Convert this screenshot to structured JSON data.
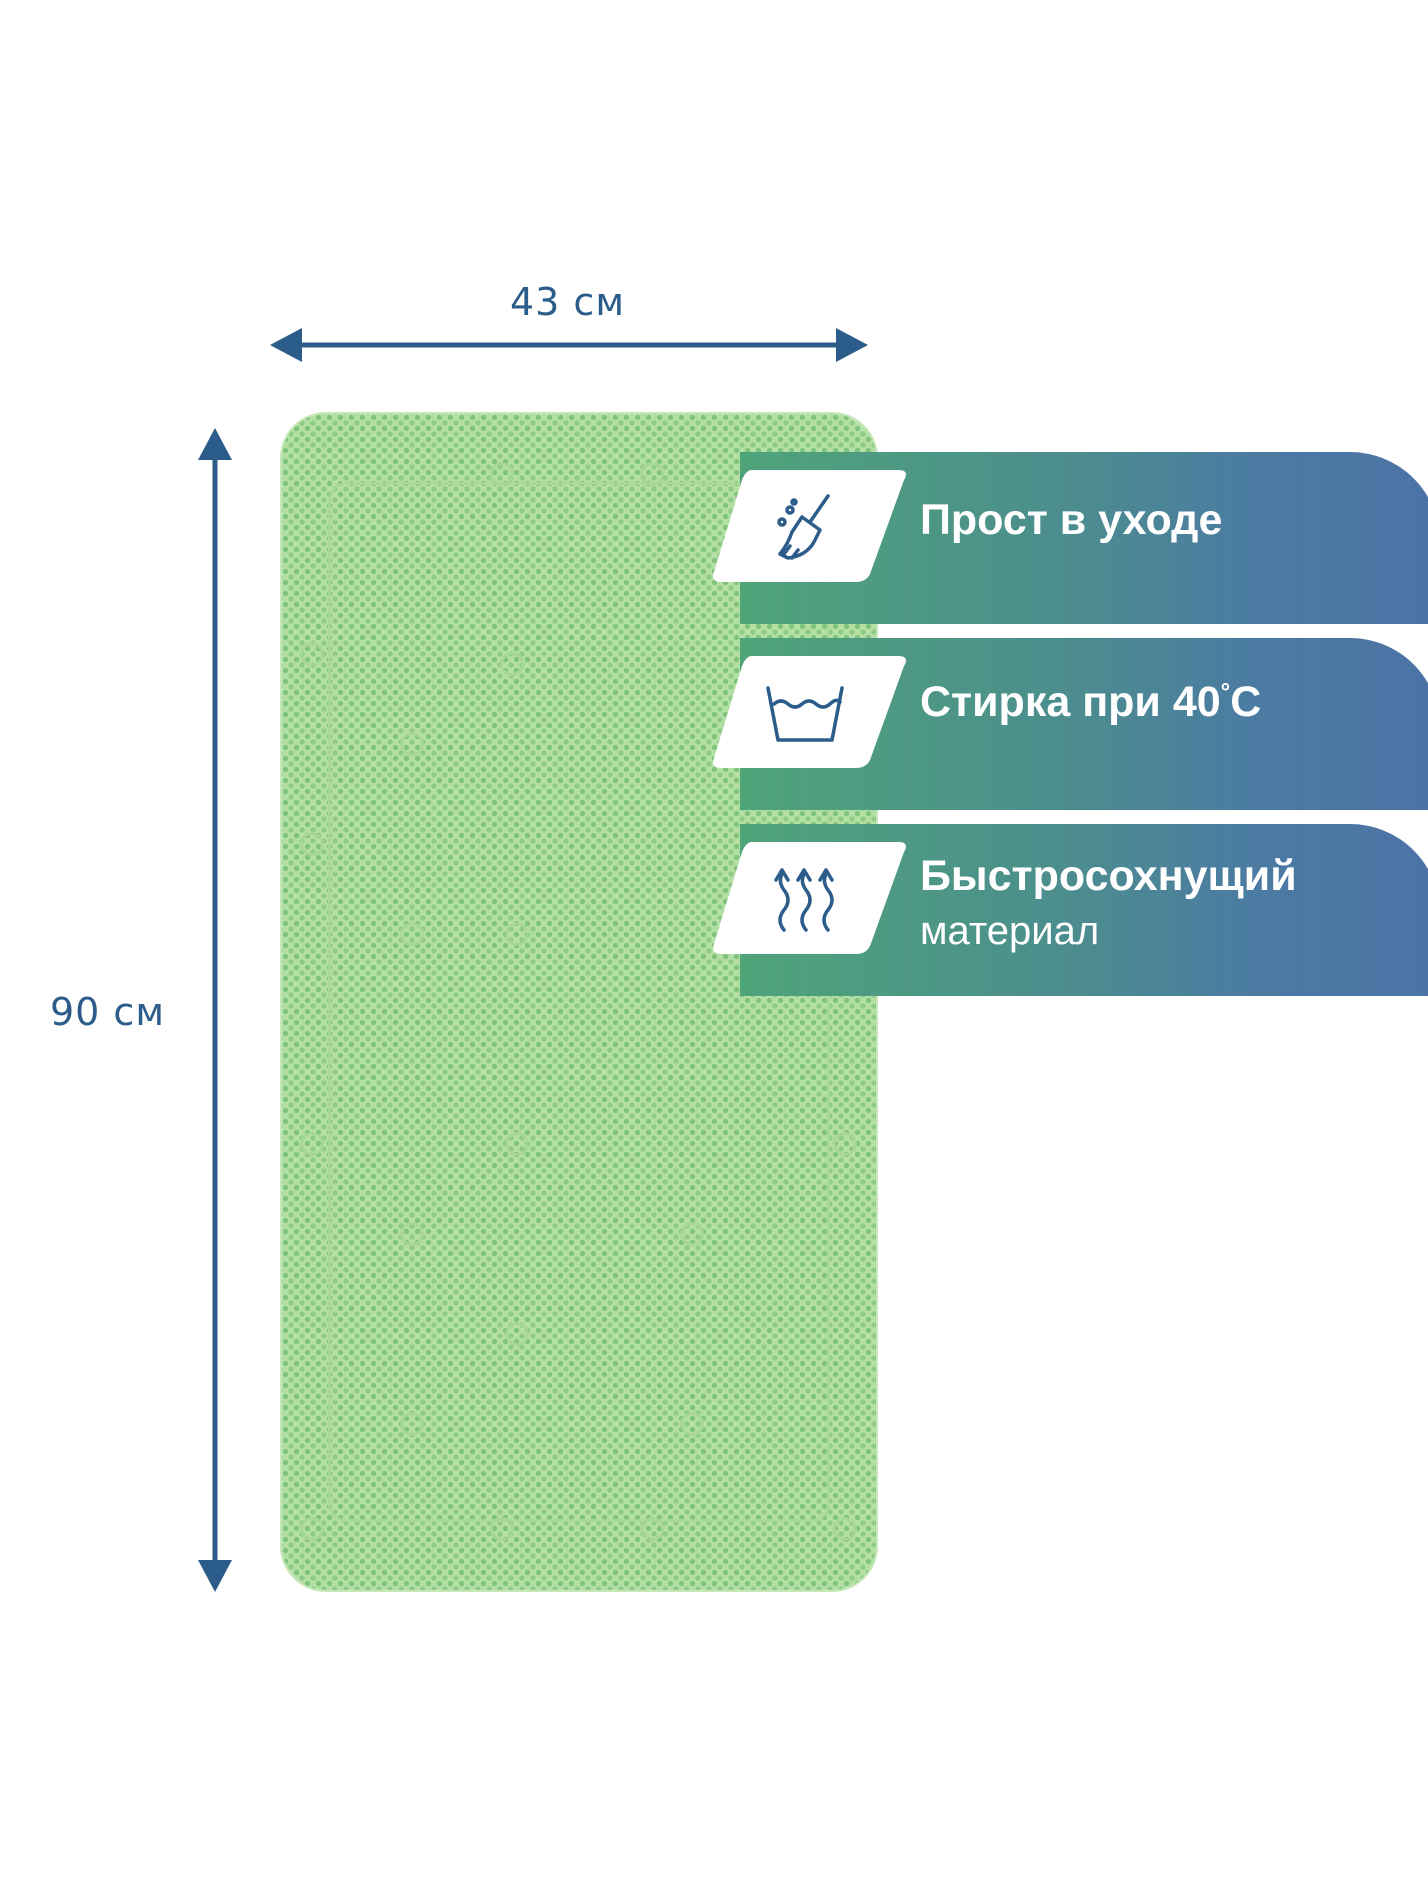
{
  "dimensions": {
    "width_label": "43 см",
    "height_label": "90 см"
  },
  "product": {
    "color": "#b4e0a6",
    "arrow_color": "#2b5c8a"
  },
  "features": [
    {
      "icon": "broom-icon",
      "title": "Прост в уходе",
      "subtitle": ""
    },
    {
      "icon": "wash-40-icon",
      "title_main": "Стирка при 40",
      "title_degree": "°",
      "title_unit": "C",
      "subtitle": ""
    },
    {
      "icon": "heat-waves-icon",
      "title": "Быстросохнущий",
      "subtitle": "материал"
    }
  ],
  "banner_gradient": [
    "#4fa47a",
    "#4c72a5"
  ]
}
